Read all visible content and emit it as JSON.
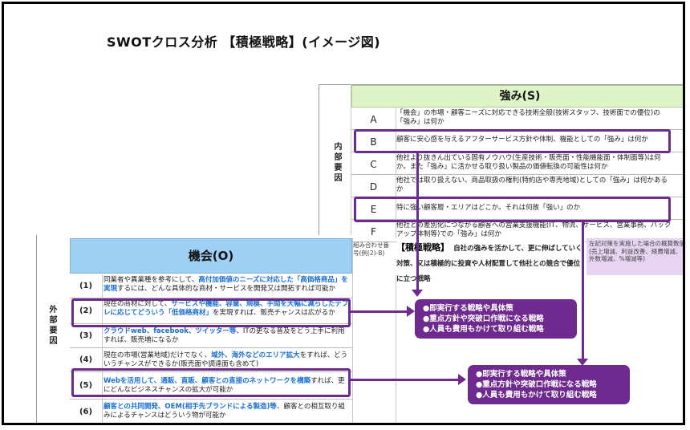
{
  "title": "SWOTクロス分析 【積極戦略】(イメージ図)",
  "strengths": {
    "header": "強み(S)",
    "side_label": "内部要因",
    "rows": [
      {
        "letter": "A",
        "text": "「機会」の市場・顧客ニーズに対応できる技術全般(技術スタッフ、技術面での優位)の「強み」は何か"
      },
      {
        "letter": "B",
        "text": "顧客に安心感を与えるアフターサービス方針や体制、機能としての「強み」は何か"
      },
      {
        "letter": "C",
        "text": "他社より抜きん出ている固有ノウハウ(生産技術・販売面・性能機能面・体制面等)は何か。また「強み」に活かせる取り扱い製品の価値転換の可能性は何か"
      },
      {
        "letter": "D",
        "text": "他社では取り扱えない、商品取扱の権利(特約店や専売地域)としての「強み」は何かあるか"
      },
      {
        "letter": "E",
        "text": "特に強い顧客層・エリアはどこか。それは何故「強い」のか"
      },
      {
        "letter": "F",
        "text": "他社との差別化につながる顧客への営業支援機能(IT、物流、サービス、営業事務、バックアップ体制等)での「強み」は何か"
      }
    ]
  },
  "combo": {
    "label": "組み合わせ番号(例(2)-B)",
    "strategy_title": "【積極戦略】",
    "strategy_text": "自社の強みを活かして、更に伸ばしていく対策、又は積極的に投資や人材配置して他社との競合で優位に立つ戦略",
    "right_text": "左記対策を実施した場合の概算数値(売上増減、利益改善、経費増減、外数増減、%増減等)"
  },
  "opportunities": {
    "header": "機会(O)",
    "side_label": "外部要因",
    "rows": [
      {
        "num": "(1)",
        "pre": "同業者や異業種を参考にして、",
        "blue": "高付加価値のニーズに対応した「高価格商品」を実現",
        "post": "するには、どんな具体的な商材・サービスを開発又は開拓すれば可能か"
      },
      {
        "num": "(2)",
        "pre": "現在の商材に対して、",
        "blue": "サービスや機能、容量、規模、手間を大幅に減らしたデフレに応じてどういう「低価格商材」",
        "post": "を実現すれば、販売チャンスは広がるか"
      },
      {
        "num": "(3)",
        "pre": "",
        "blue": "クラウドweb、facebook、ツイッター等",
        "post": "、ITの更なる普及をどう上手に利用すれば、販売増になるか"
      },
      {
        "num": "(4)",
        "pre": "現在の市場(営業地域)だけでなく、",
        "blue": "域外、海外などのエリア拡大",
        "post": "をすれば、どういうチャンスができるか(販売面や調達面も含めて)"
      },
      {
        "num": "(5)",
        "pre": "",
        "blue": "Webを活用して、通販、直販、顧客との直接のネットワークを構築",
        "post": "すれば、更にどんなビジネスチャンスの拡大が可能か"
      },
      {
        "num": "(6)",
        "pre": "",
        "blue": "顧客との共同開発、OEM(相手先ブランドによる製造)等",
        "post": "、顧客との相互取り組みによるチャンスはどういう物が可能か"
      }
    ]
  },
  "callouts": [
    {
      "lines": [
        "●即実行する戦略や具体策",
        "●重点方針や突破口作戦になる戦略",
        "●人員も費用もかけて取り組む戦略"
      ]
    },
    {
      "lines": [
        "●即実行する戦略や具体策",
        "●重点方針や突破口作戦になる戦略",
        "●人員も費用もかけて取り組む戦略"
      ]
    }
  ],
  "colors": {
    "accent": "#6e2a8e",
    "strength_header": "#dff3c9",
    "opportunity_header": "#9ed0f4",
    "link_blue": "#1a6fd1"
  }
}
